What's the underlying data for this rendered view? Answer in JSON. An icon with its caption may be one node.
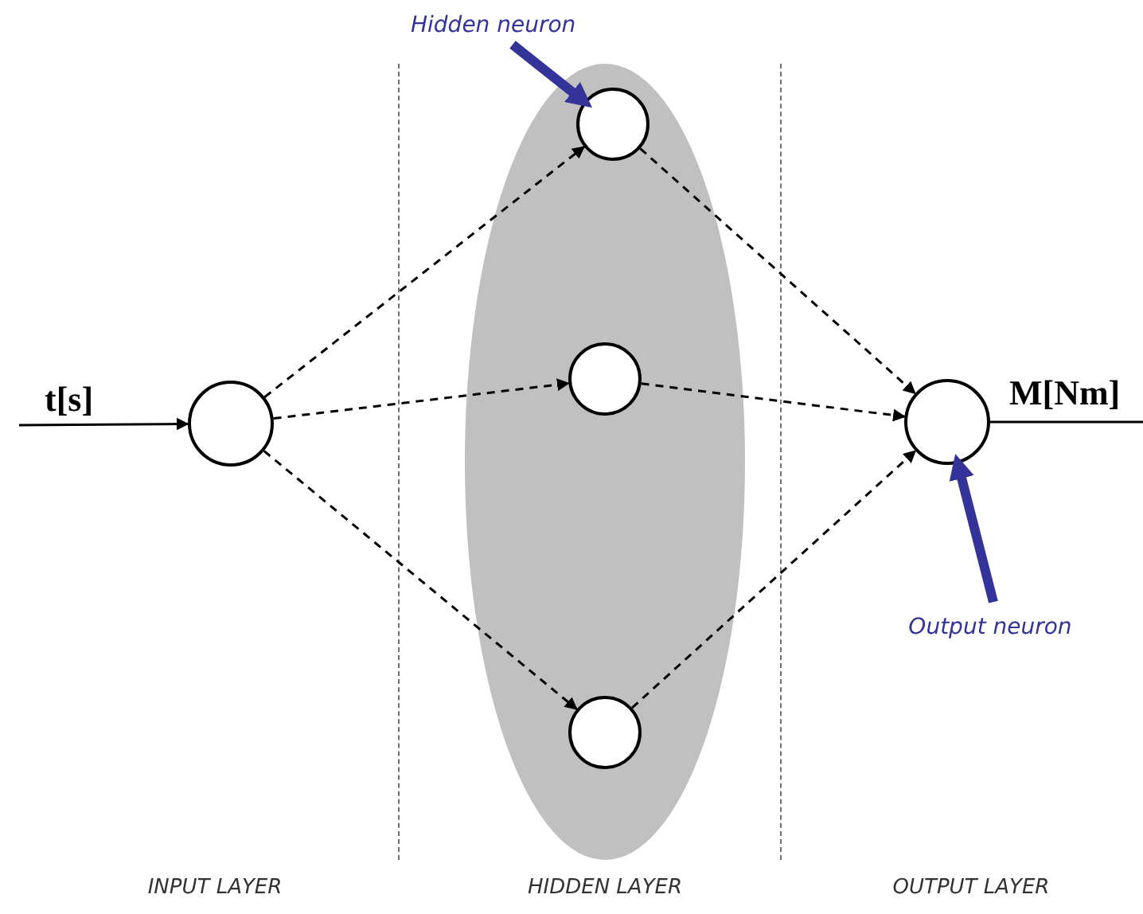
{
  "diagram": {
    "nodes": [
      {
        "text": [],
        "shape": "circle"
      },
      {
        "text": [],
        "shape": "ellipse"
      },
      {
        "text": [],
        "shape": "circle",
        "in": 1
      },
      {
        "text": [],
        "shape": "circle",
        "in": 1
      },
      {
        "text": [],
        "shape": "circle",
        "in": 1
      },
      {
        "text": [],
        "shape": "circle"
      },
      {
        "text": [
          "Hidden neuron"
        ]
      },
      {
        "text": [
          "Output neuron"
        ]
      }
    ],
    "edges": [
      {
        "from": null,
        "to": 0,
        "arrow": "to",
        "label": "t[s]"
      },
      {
        "from": 0,
        "to": 2,
        "arrow": "to",
        "style": "dashed"
      },
      {
        "from": 0,
        "to": 3,
        "arrow": "to",
        "style": "dashed"
      },
      {
        "from": 0,
        "to": 4,
        "arrow": "to",
        "style": "dashed"
      },
      {
        "from": 2,
        "to": 5,
        "arrow": "to",
        "style": "dashed"
      },
      {
        "from": 3,
        "to": 5,
        "arrow": "to",
        "style": "dashed"
      },
      {
        "from": 4,
        "to": 5,
        "arrow": "to",
        "style": "dashed"
      },
      {
        "from": 5,
        "to": null,
        "arrow": "none",
        "label": "M[Nm]"
      },
      {
        "from": 6,
        "to": 2,
        "arrow": "to",
        "style": "thick",
        "color": "#333399"
      },
      {
        "from": 7,
        "to": 5,
        "arrow": "to",
        "style": "thick",
        "color": "#333399"
      }
    ],
    "labels": [
      "INPUT LAYER",
      "HIDDEN LAYER",
      "OUTPUT LAYER"
    ]
  }
}
